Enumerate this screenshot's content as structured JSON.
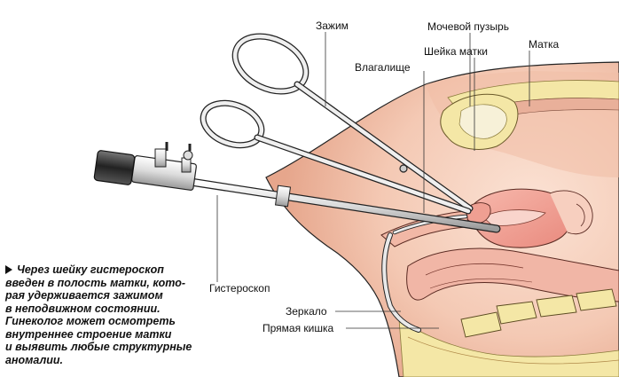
{
  "labels": {
    "clamp": "Зажим",
    "bladder": "Мочевой пузырь",
    "cervix": "Шейка матки",
    "uterus": "Матка",
    "vagina": "Влагалище",
    "hysteroscope": "Гистероскоп",
    "speculum": "Зеркало",
    "rectum": "Прямая кишка"
  },
  "caption": {
    "lines": [
      "Через шейку гистероскоп",
      "введен в полость матки, кото-",
      "рая удерживается зажимом",
      "в неподвижном состоянии.",
      "Гинеколог может осмотреть",
      "внутреннее строение матки",
      "и выявить любые структурные",
      "аномалии."
    ]
  },
  "colors": {
    "skin": "#f6d2c0",
    "skin_dark": "#e8a990",
    "uterus_pink": "#f3a59a",
    "fat_yellow": "#f4e7a6",
    "metal": "#e9e9e9",
    "outline": "#222222",
    "bowel_pink": "#f1b6a6"
  },
  "icons": {
    "caption_bullet": "triangle-right-icon"
  }
}
